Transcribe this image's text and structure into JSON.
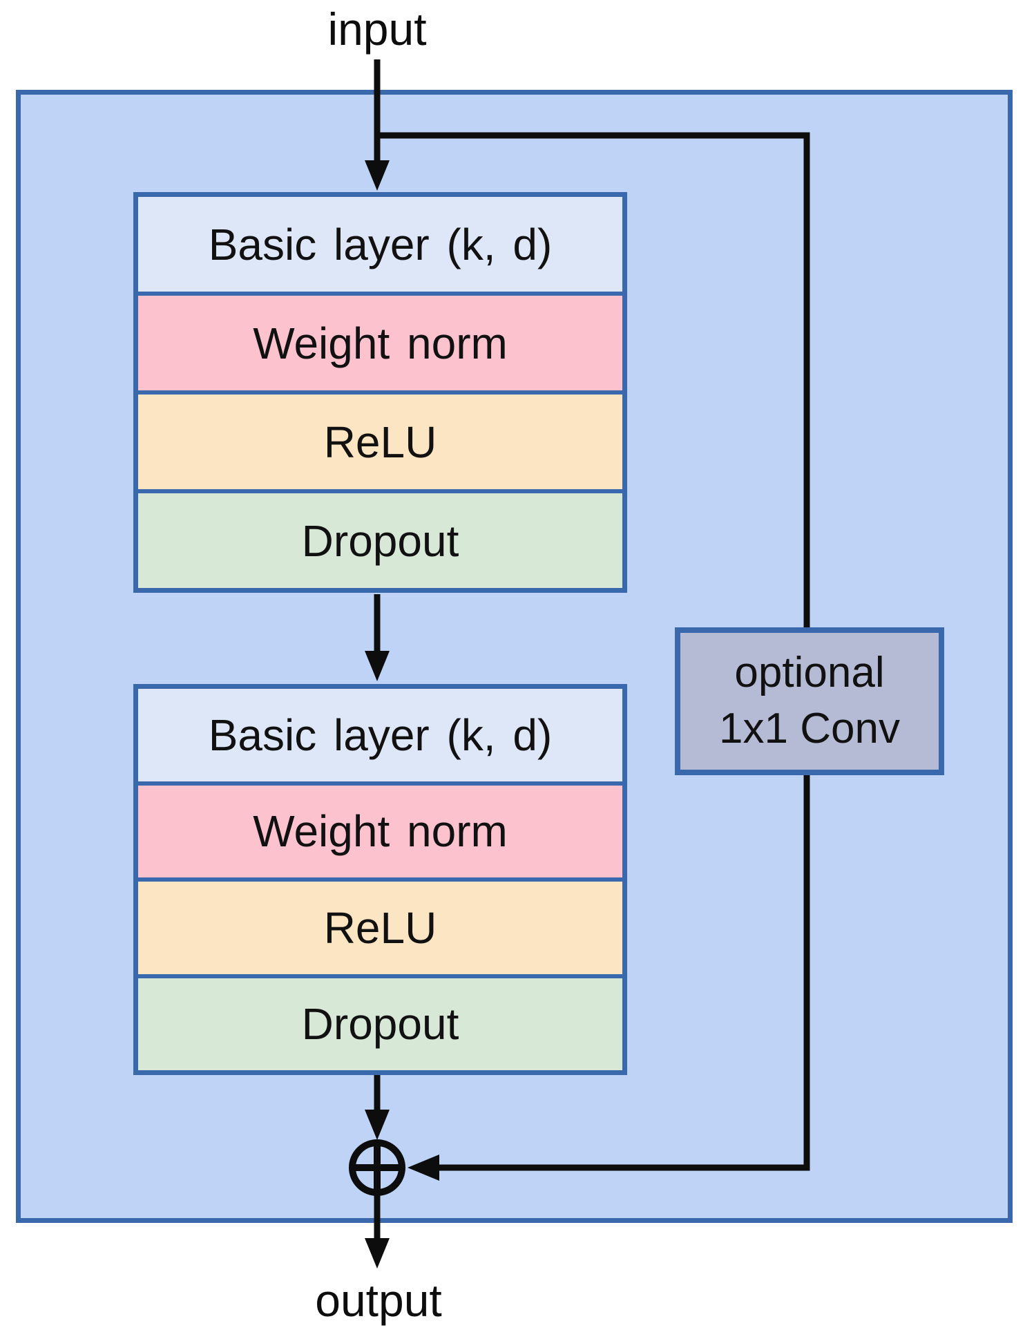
{
  "labels": {
    "input": "input",
    "output": "output"
  },
  "stacks": [
    {
      "rows": [
        {
          "name": "basic-layer",
          "label": "Basic layer (k, d)",
          "color": "#dee7f8"
        },
        {
          "name": "weight-norm",
          "label": "Weight norm",
          "color": "#fcc2ce"
        },
        {
          "name": "relu",
          "label": "ReLU",
          "color": "#fce5c2"
        },
        {
          "name": "dropout",
          "label": "Dropout",
          "color": "#d7e9d6"
        }
      ]
    },
    {
      "rows": [
        {
          "name": "basic-layer",
          "label": "Basic layer (k, d)",
          "color": "#dee7f8"
        },
        {
          "name": "weight-norm",
          "label": "Weight norm",
          "color": "#fcc2ce"
        },
        {
          "name": "relu",
          "label": "ReLU",
          "color": "#fce5c2"
        },
        {
          "name": "dropout",
          "label": "Dropout",
          "color": "#d7e9d6"
        }
      ]
    }
  ],
  "skip": {
    "label_line1": "optional",
    "label_line2": "1x1 Conv",
    "box_color": "#b5bbd4"
  },
  "sum_symbol": "circled-plus",
  "colors": {
    "container_fill": "#bed3f6",
    "border_blue": "#3a68ac",
    "arrow_black": "#0d0d0d",
    "page_background": "#ffffff"
  }
}
